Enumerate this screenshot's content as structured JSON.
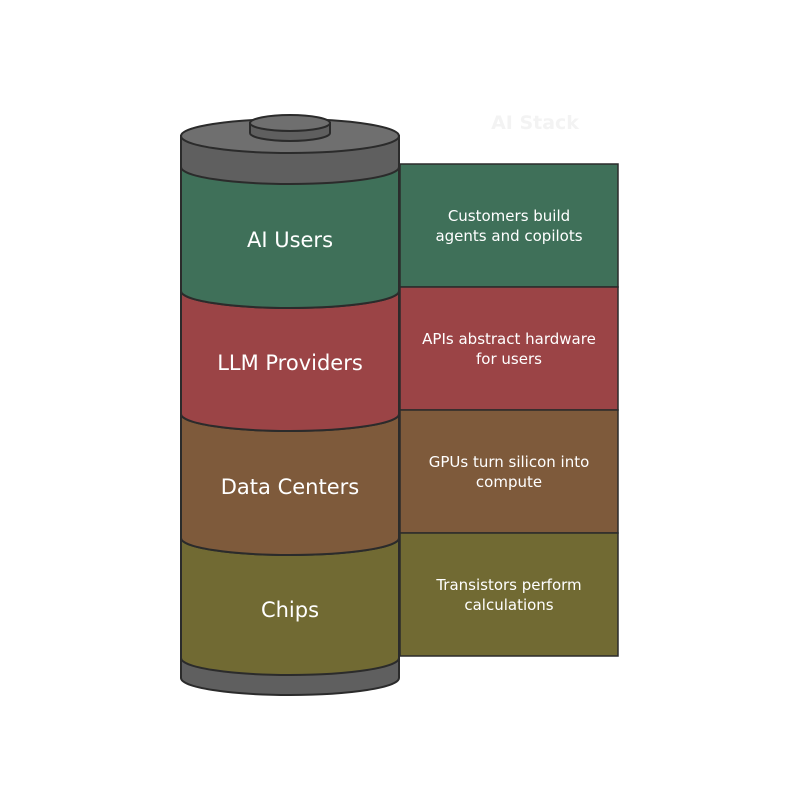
{
  "title": "AI Stack",
  "layers": [
    {
      "label": "AI Users",
      "description": "Customers build agents and copilots",
      "color": "#3f7059"
    },
    {
      "label": "LLM Providers",
      "description": "APIs abstract hardware for users",
      "color": "#9b4446"
    },
    {
      "label": "Data Centers",
      "description": "GPUs turn silicon into compute",
      "color": "#7e5a3b"
    },
    {
      "label": "Chips",
      "description": "Transistors perform calculations",
      "color": "#716a33"
    }
  ],
  "colors": {
    "cap": "#5f5f5f",
    "cap_top": "#6f6f6f",
    "outline": "#2b2b2b",
    "title": "#f3f3f3"
  }
}
